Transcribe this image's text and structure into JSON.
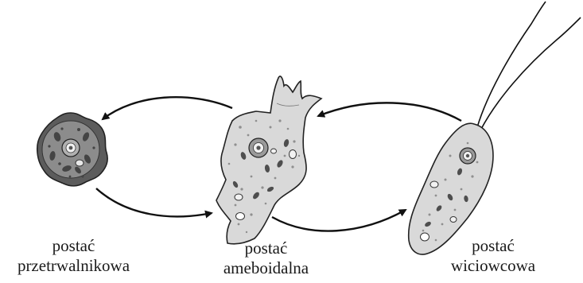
{
  "labels": {
    "cyst": {
      "line1": "postać",
      "line2": "przetrwalnikowa"
    },
    "amoeboid": {
      "line1": "postać",
      "line2": "ameboidalna"
    },
    "flagellate": {
      "line1": "postać",
      "line2": "wiciowcowa"
    }
  },
  "colors": {
    "cell_fill": "#d9d9d9",
    "cell_outline": "#222222",
    "cyst_wall": "#5c5c5c",
    "cyst_inner": "#8a8a8a",
    "organelle_dark": "#555555",
    "granule": "#999999",
    "arrow": "#111111"
  },
  "icons": {
    "cyst": "cyst-cell-icon",
    "amoeba": "amoeboid-cell-icon",
    "flagellate": "flagellate-cell-icon"
  }
}
